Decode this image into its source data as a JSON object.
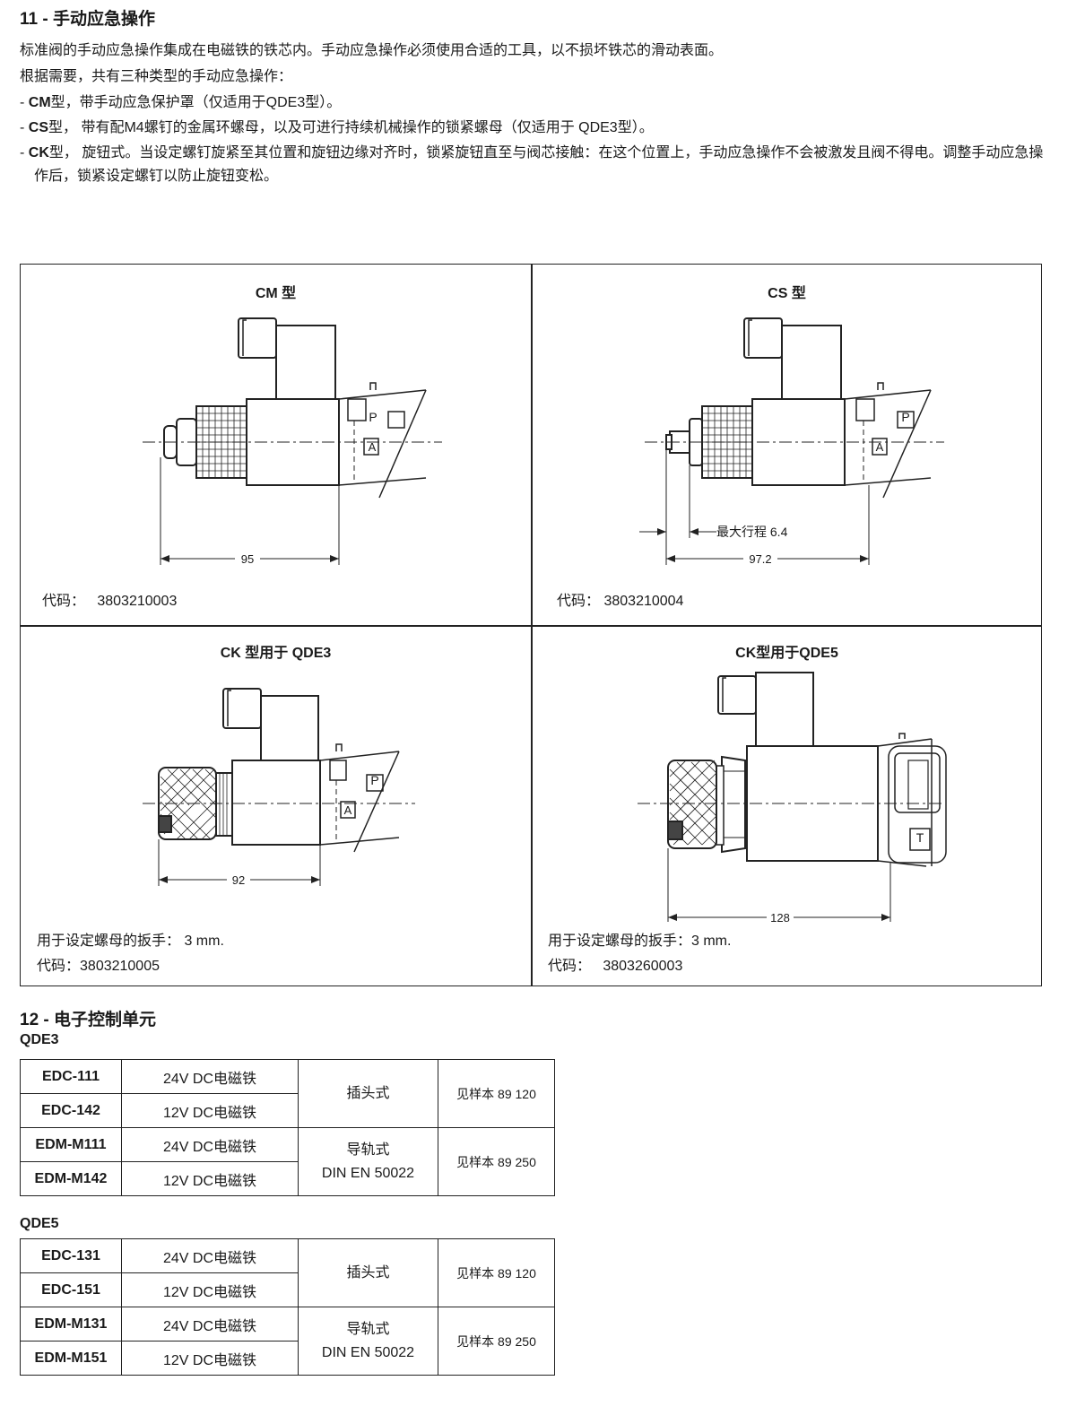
{
  "section11": {
    "number": "11 - ",
    "title": "手动应急操作",
    "intro1": "标准阀的手动应急操作集成在电磁铁的铁芯内。手动应急操作必须使用合适的工具，以不损坏铁芯的滑动表面。",
    "intro2": "根据需要，共有三种类型的手动应急操作：",
    "items": [
      {
        "dash": "- ",
        "code": "CM",
        "text": "型，带手动应急保护罩（仅适用于QDE3型）。"
      },
      {
        "dash": "- ",
        "code": "CS",
        "text": "型， 带有配M4螺钉的金属环螺母，以及可进行持续机械操作的锁紧螺母（仅适用于 QDE3型）。"
      },
      {
        "dash": "- ",
        "code": "CK",
        "text": "型， 旋钮式。当设定螺钉旋紧至其位置和旋钮边缘对齐时，锁紧旋钮直至与阀芯接触：在这个位置上，手动应急操作不会被激发且阀不得电。调整手动应急操作后，锁紧设定螺钉以防止旋钮变松。"
      }
    ]
  },
  "panels": {
    "cm": {
      "title": "CM 型",
      "dim": "95",
      "code_label": "代码：",
      "code": "3803210003",
      "port_p": "P",
      "port_a": "A"
    },
    "cs": {
      "title": "CS 型",
      "dim": "97.2",
      "stroke_label": "最大行程 6.4",
      "code_label": "代码：",
      "code": "3803210004",
      "port_p": "P",
      "port_a": "A"
    },
    "ck3": {
      "title": "CK 型用于 QDE3",
      "dim": "92",
      "wrench": "用于设定螺母的扳手：  3 mm.",
      "code_label": "代码：",
      "code": "3803210005",
      "port_p": "P",
      "port_a": "A"
    },
    "ck5": {
      "title": "CK型用于QDE5",
      "dim": "128",
      "wrench": "用于设定螺母的扳手：3 mm.",
      "code_label": "代码：",
      "code": "3803260003",
      "port_t": "T"
    }
  },
  "section12": {
    "number": "12 - ",
    "title": "电子控制单元",
    "qde3_label": "QDE3",
    "qde5_label": "QDE5",
    "qde3": [
      {
        "code": "EDC-111",
        "volt": "24V DC电磁铁"
      },
      {
        "code": "EDC-142",
        "volt": "12V DC电磁铁"
      },
      {
        "code": "EDM-M111",
        "volt": "24V DC电磁铁"
      },
      {
        "code": "EDM-M142",
        "volt": "12V DC电磁铁"
      }
    ],
    "qde5": [
      {
        "code": "EDC-131",
        "volt": "24V DC电磁铁"
      },
      {
        "code": "EDC-151",
        "volt": "12V DC电磁铁"
      },
      {
        "code": "EDM-M131",
        "volt": "24V DC电磁铁"
      },
      {
        "code": "EDM-M151",
        "volt": "12V DC电磁铁"
      }
    ],
    "plug_type": "插头式",
    "rail_type_1": "导轨式",
    "rail_type_2": "DIN EN 50022",
    "ref_plug": "见样本 89 120",
    "ref_rail": "见样本 89 250"
  }
}
